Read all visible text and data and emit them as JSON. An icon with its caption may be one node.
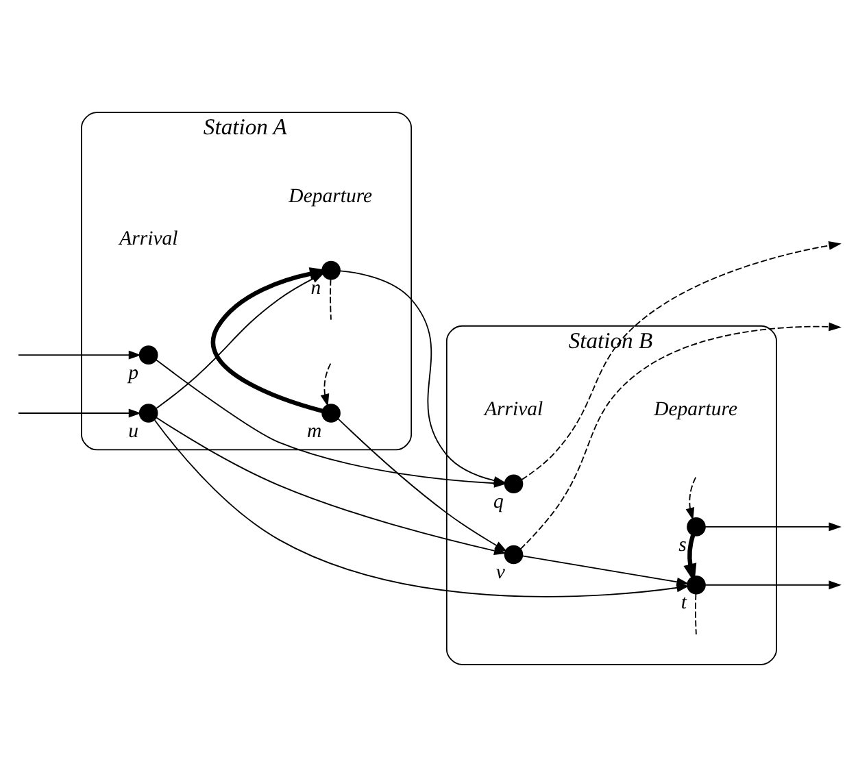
{
  "diagram": {
    "nodes": [
      {
        "text": [
          "Station A"
        ]
      },
      {
        "text": [],
        "shape": "circle",
        "beside": [
          "u"
        ],
        "in": 0
      },
      {
        "text": [],
        "shape": "circle",
        "beside": [
          "p"
        ],
        "in": 0
      },
      {
        "text": [],
        "shape": "circle",
        "beside": [
          "m"
        ],
        "in": 0
      },
      {
        "text": [],
        "shape": "circle",
        "beside": [
          "n"
        ],
        "in": 0
      },
      {
        "text": [
          "Station B"
        ]
      },
      {
        "text": [],
        "shape": "circle",
        "beside": [
          "v"
        ],
        "in": 5
      },
      {
        "text": [],
        "shape": "circle",
        "beside": [
          "q"
        ],
        "in": 5
      },
      {
        "text": [],
        "shape": "circle",
        "beside": [
          "s"
        ],
        "in": 5
      },
      {
        "text": [],
        "shape": "circle",
        "beside": [
          "t"
        ],
        "in": 5
      }
    ],
    "edges": [
      {
        "from": null,
        "to": 1,
        "arrow": "to"
      },
      {
        "from": null,
        "to": 2,
        "arrow": "to"
      },
      {
        "from": 1,
        "to": 4,
        "arrow": "to"
      },
      {
        "from": 1,
        "to": 6,
        "arrow": "to"
      },
      {
        "from": 1,
        "to": 9,
        "arrow": "to"
      },
      {
        "from": 2,
        "to": 7,
        "arrow": "to"
      },
      {
        "from": null,
        "to": 3,
        "arrow": "to",
        "style": "dashed"
      },
      {
        "from": 3,
        "to": 6,
        "arrow": "to"
      },
      {
        "from": 3,
        "to": 4,
        "arrow": "to",
        "style": "thick"
      },
      {
        "from": 4,
        "to": 7,
        "arrow": "to"
      },
      {
        "from": 4,
        "to": null,
        "arrow": "none",
        "style": "dashed"
      },
      {
        "from": 6,
        "to": 9,
        "arrow": "to"
      },
      {
        "from": 6,
        "to": null,
        "arrow": "to",
        "style": "dashed"
      },
      {
        "from": 7,
        "to": null,
        "arrow": "to",
        "style": "dashed"
      },
      {
        "from": 8,
        "to": null,
        "arrow": "to"
      },
      {
        "from": null,
        "to": 8,
        "arrow": "to",
        "style": "dashed"
      },
      {
        "from": 8,
        "to": 9,
        "arrow": "to",
        "style": "thick"
      },
      {
        "from": 9,
        "to": null,
        "arrow": "to"
      },
      {
        "from": 9,
        "to": null,
        "arrow": "none",
        "style": "dashed"
      }
    ],
    "labels": [
      "Arrival",
      "Departure",
      "Arrival",
      "Departure"
    ]
  }
}
